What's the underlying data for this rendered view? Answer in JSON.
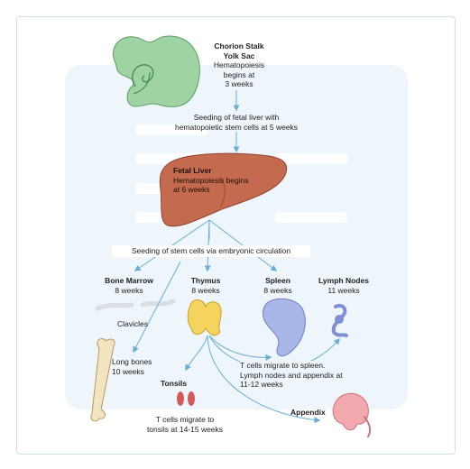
{
  "colors": {
    "arrow": "#6aaed6",
    "frame_border": "#cfe0ee",
    "panel": "#eef5fb",
    "yolk_sac": "#9fd3a3",
    "liver": "#c46a4e",
    "spleen": "#a9b6e8",
    "lymph_node": "#7f8fd6",
    "thymus": "#f4d35e",
    "bone": "#f1e4bf",
    "tonsil": "#d45a5a",
    "appendix": "#f2a9ad"
  },
  "nodes": {
    "yolk_sac": {
      "title_line1": "Chorion Stalk",
      "title_line2": "Yolk Sac",
      "text_line1": "Hematopoiesis",
      "text_line2": "begins at",
      "text_line3": "3 weeks",
      "icon": "yolk-sac-illustration"
    },
    "seeding_liver": {
      "line1": "Seeding of fetal liver with",
      "line2": "hematopoietic stem cells at 5 weeks"
    },
    "fetal_liver": {
      "title": "Fetal Liver",
      "line1": "Hematopoiesis begins",
      "line2": "at 6 weeks",
      "icon": "liver-illustration"
    },
    "seeding_circulation": {
      "text": "Seeding of stem cells via embryonic circulation"
    },
    "bone_marrow": {
      "title": "Bone Marrow",
      "weeks": "8 weeks"
    },
    "clavicles": {
      "label": "Clavicles",
      "icon": "clavicle-illustration"
    },
    "long_bones": {
      "line1": "Long bones",
      "line2": "10 weeks",
      "icon": "long-bone-illustration"
    },
    "thymus": {
      "title": "Thymus",
      "weeks": "8 weeks",
      "icon": "thymus-illustration"
    },
    "spleen": {
      "title": "Spleen",
      "weeks": "8 weeks",
      "icon": "spleen-illustration"
    },
    "lymph_nodes": {
      "title": "Lymph Nodes",
      "weeks": "11 weeks",
      "icon": "lymph-node-illustration"
    },
    "tonsils": {
      "title": "Tonsils",
      "line1": "T cells migrate to",
      "line2": "tonsils at 14-15 weeks",
      "icon": "tonsil-illustration"
    },
    "t_cell_migration": {
      "line1": "T cells migrate to spleen.",
      "line2": "Lymph nodes and appendix at",
      "line3": "11-12 weeks"
    },
    "appendix": {
      "title": "Appendix",
      "icon": "appendix-illustration"
    }
  }
}
